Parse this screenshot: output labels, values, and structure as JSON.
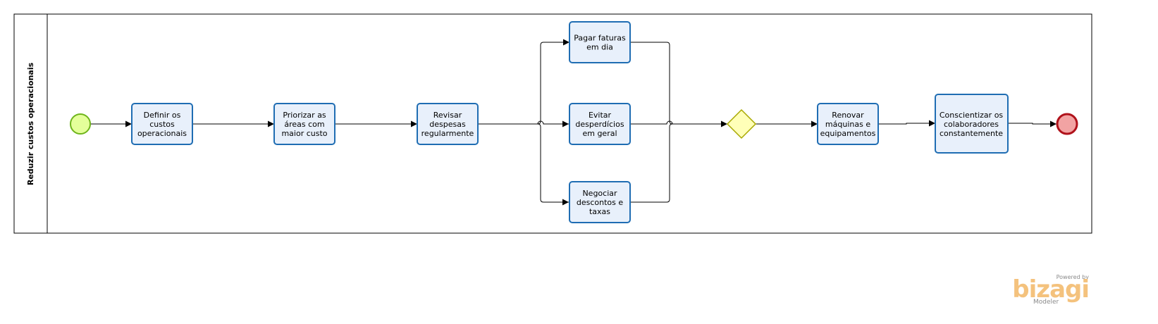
{
  "pool": {
    "label": "Reduzir custos operacionais"
  },
  "start_event": {
    "name": "start-event"
  },
  "end_event": {
    "name": "end-event"
  },
  "tasks": [
    {
      "id": "t1",
      "lines": [
        "Definir os",
        "custos",
        "operacionais"
      ]
    },
    {
      "id": "t2",
      "lines": [
        "Priorizar as",
        "áreas com",
        "maior custo"
      ]
    },
    {
      "id": "t3",
      "lines": [
        "Revisar",
        "despesas",
        "regularmente"
      ]
    },
    {
      "id": "t4",
      "lines": [
        "Pagar faturas",
        "em dia"
      ]
    },
    {
      "id": "t5",
      "lines": [
        "Evitar",
        "desperdícios",
        "em geral"
      ]
    },
    {
      "id": "t6",
      "lines": [
        "Negociar",
        "descontos e",
        "taxas"
      ]
    },
    {
      "id": "t7",
      "lines": [
        "Renovar",
        "máquinas e",
        "equipamentos"
      ]
    },
    {
      "id": "t8",
      "lines": [
        "Conscientizar os",
        "colaboradores",
        "constantemente"
      ]
    }
  ],
  "gateway": {
    "name": "exclusive-gateway"
  },
  "branding": {
    "powered": "Powered by",
    "name": "bizagi",
    "sub": "Modeler"
  },
  "colors": {
    "task_fill": "#e8f0fb",
    "task_stroke": "#1f6db3",
    "start_fill": "#e4ff9a",
    "start_stroke": "#6fb51c",
    "end_fill": "#f2a3a3",
    "end_stroke": "#b0121b",
    "gateway_fill": "#ffffb8",
    "gateway_stroke": "#a8a800"
  }
}
